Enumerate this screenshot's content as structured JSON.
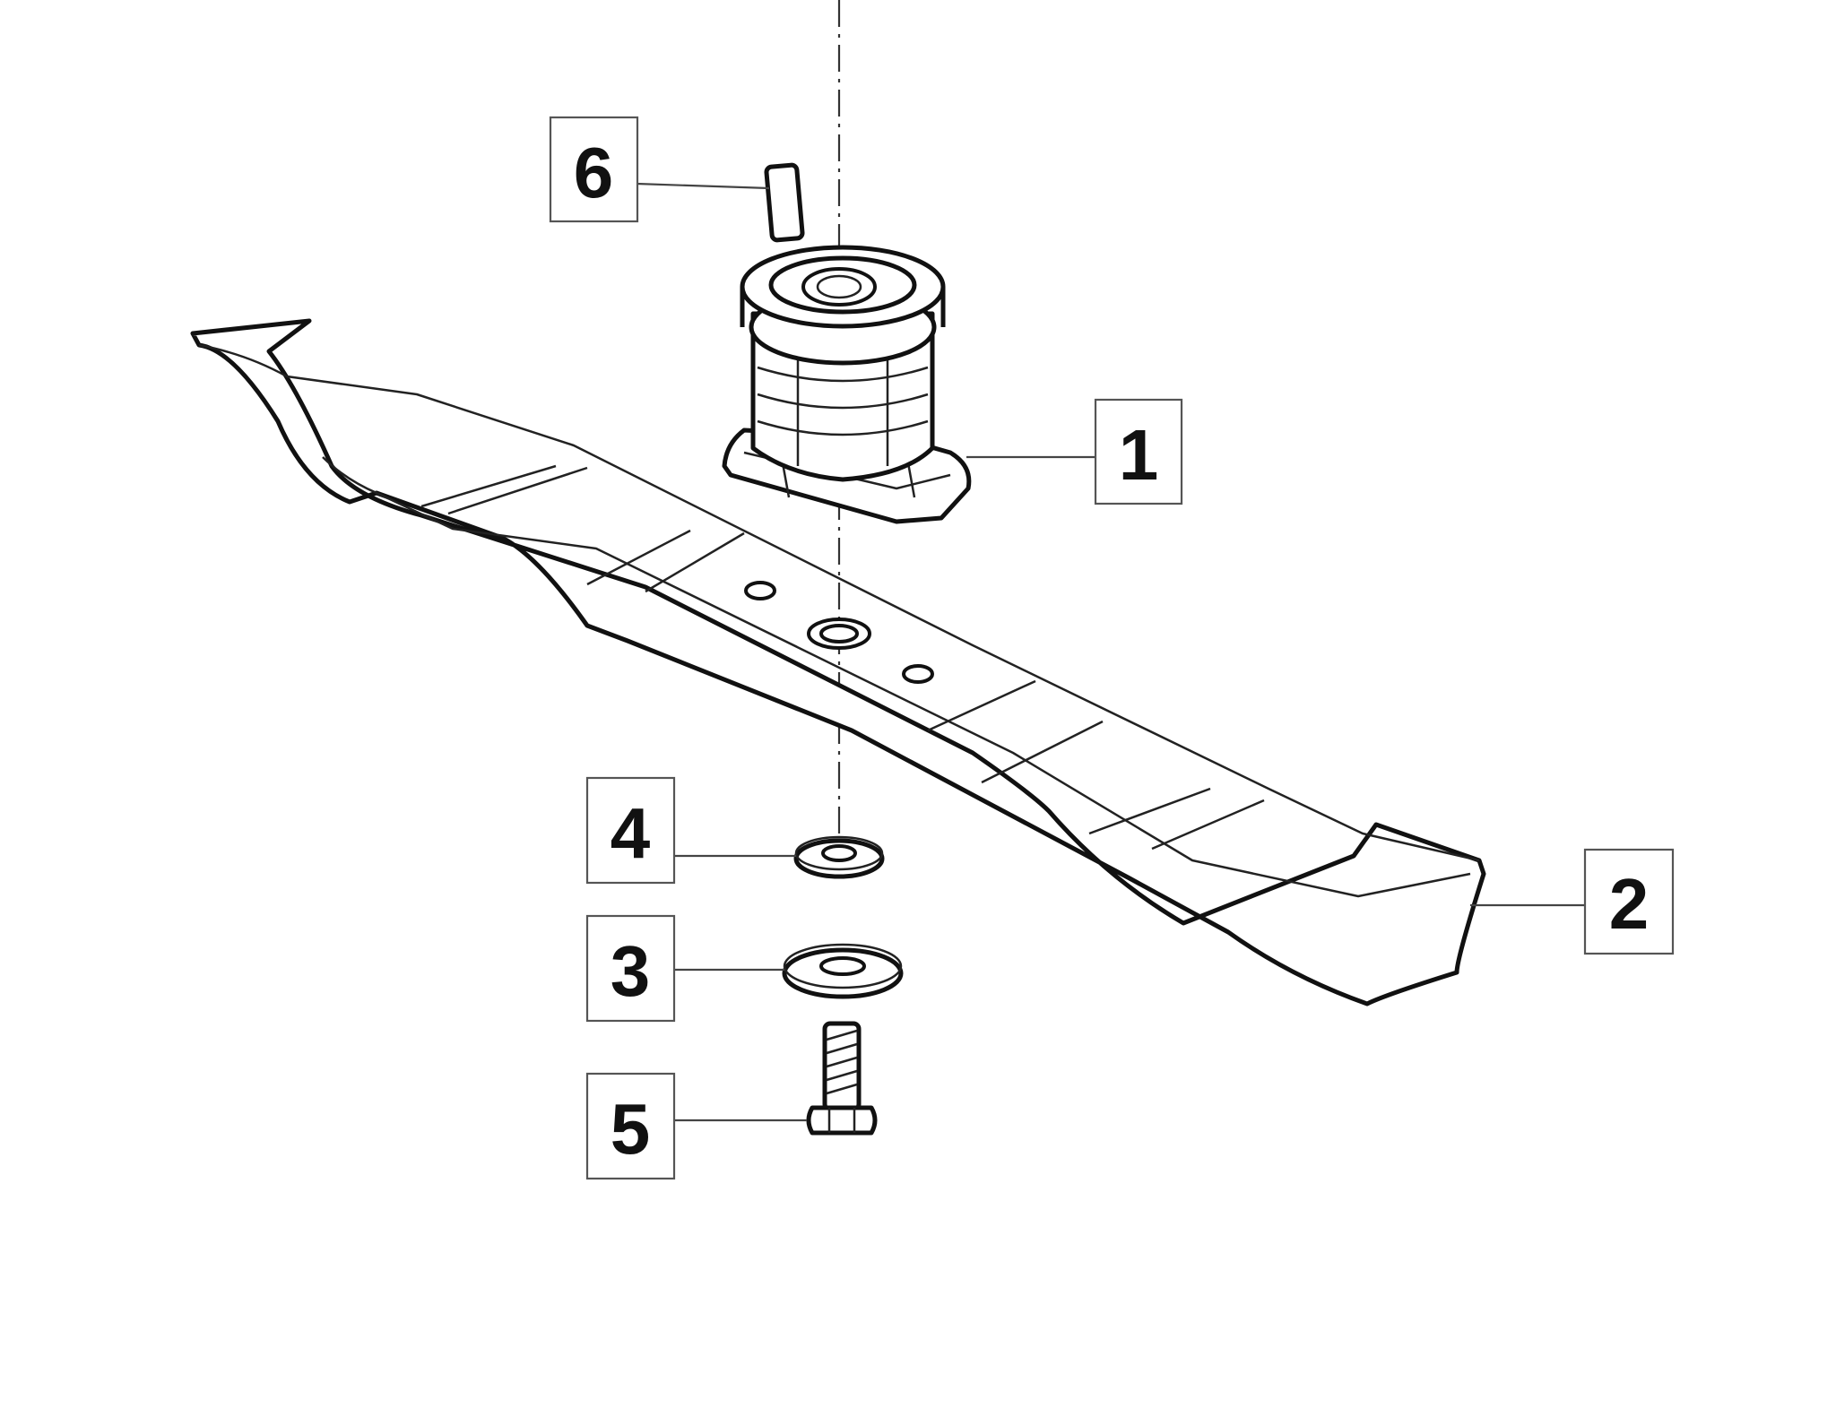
{
  "callouts": [
    {
      "id": "1",
      "part": "blade-holder"
    },
    {
      "id": "2",
      "part": "blade"
    },
    {
      "id": "3",
      "part": "large-washer"
    },
    {
      "id": "4",
      "part": "small-washer"
    },
    {
      "id": "5",
      "part": "bolt"
    },
    {
      "id": "6",
      "part": "key"
    }
  ]
}
